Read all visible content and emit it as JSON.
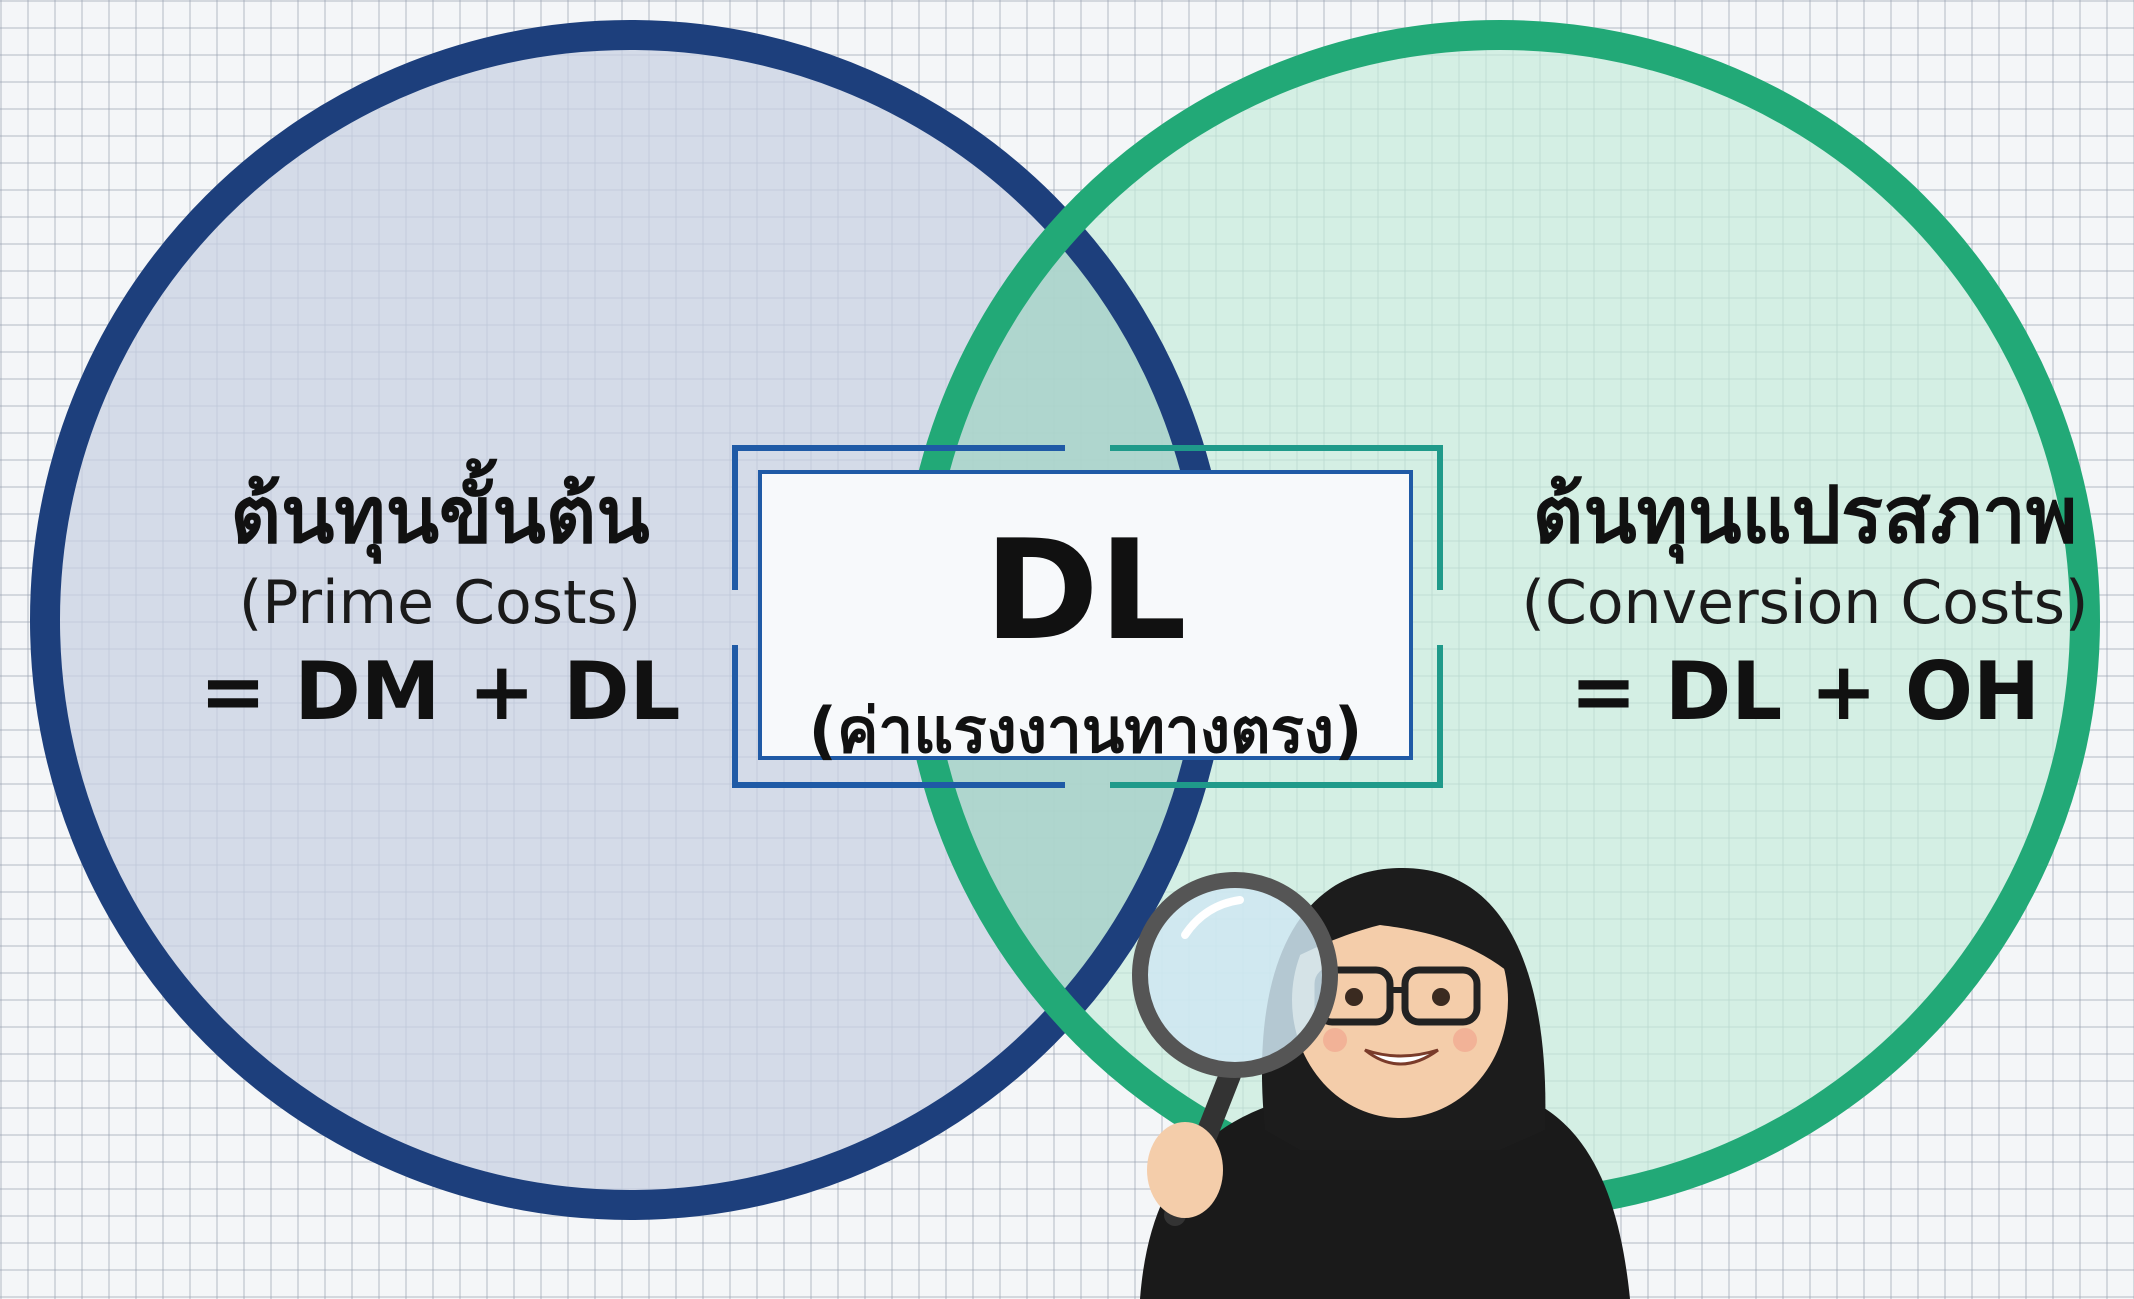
{
  "diagram": {
    "left_circle": {
      "thai_title": "ต้นทุนขั้นต้น",
      "english_title": "(Prime Costs)",
      "formula": "= DM + DL",
      "color": "#1d3f7c",
      "fill": "#cdd5e4"
    },
    "right_circle": {
      "thai_title": "ต้นทุนแปรสภาพ",
      "english_title": "(Conversion Costs)",
      "formula": "= DL + OH",
      "color": "#22a977",
      "fill": "#cfeee0"
    },
    "intersection": {
      "code": "DL",
      "thai_label": "(ค่าแรงงานทางตรง)"
    }
  },
  "illustration": {
    "icon": "person-with-magnifying-glass"
  }
}
